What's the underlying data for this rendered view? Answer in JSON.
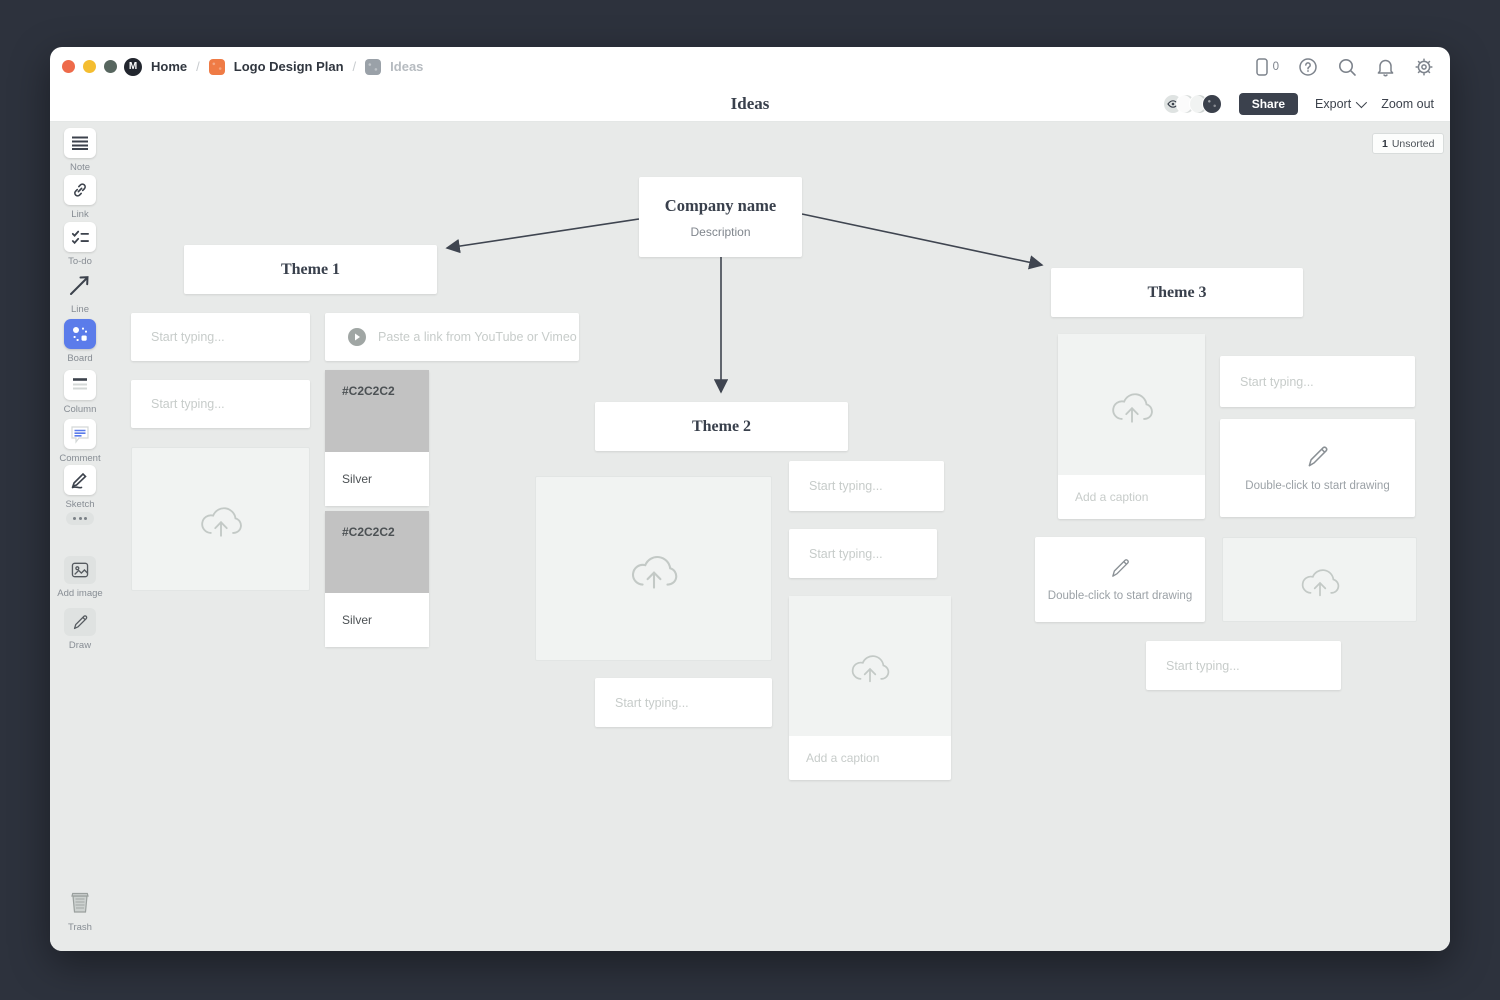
{
  "chrome": {
    "app_initial": "M",
    "breadcrumb": {
      "home": "Home",
      "separator": "/",
      "board": "Logo Design Plan",
      "page": "Ideas"
    },
    "device_count": "0",
    "title": "Ideas",
    "share_label": "Share",
    "export_label": "Export",
    "zoom_out_label": "Zoom out"
  },
  "toolbar": {
    "items": [
      {
        "label": "Note"
      },
      {
        "label": "Link"
      },
      {
        "label": "To-do"
      },
      {
        "label": "Line"
      },
      {
        "label": "Board"
      },
      {
        "label": "Column"
      },
      {
        "label": "Comment"
      },
      {
        "label": "Sketch"
      },
      {
        "label": "Add image"
      },
      {
        "label": "Draw"
      },
      {
        "label": "Trash"
      }
    ]
  },
  "canvas": {
    "unsorted_count": "1",
    "unsorted_label": "Unsorted",
    "company": {
      "title": "Company name",
      "subtitle": "Description"
    },
    "themes": {
      "one": "Theme 1",
      "two": "Theme 2",
      "three": "Theme 3"
    },
    "note_placeholder": "Start typing...",
    "video_placeholder": "Paste a link from YouTube or Vimeo",
    "caption_placeholder": "Add a caption",
    "sketch_placeholder": "Double-click to start drawing",
    "swatch": {
      "hex": "#C2C2C2",
      "name": "Silver"
    }
  },
  "colors": {
    "frame": "#2d323d",
    "canvas_background": "#e8eae9",
    "board_accent": "#5b7cea",
    "share_button": "#3b414d",
    "swatch_fill": "#C2C2C2",
    "arrow": "#3f4550"
  }
}
